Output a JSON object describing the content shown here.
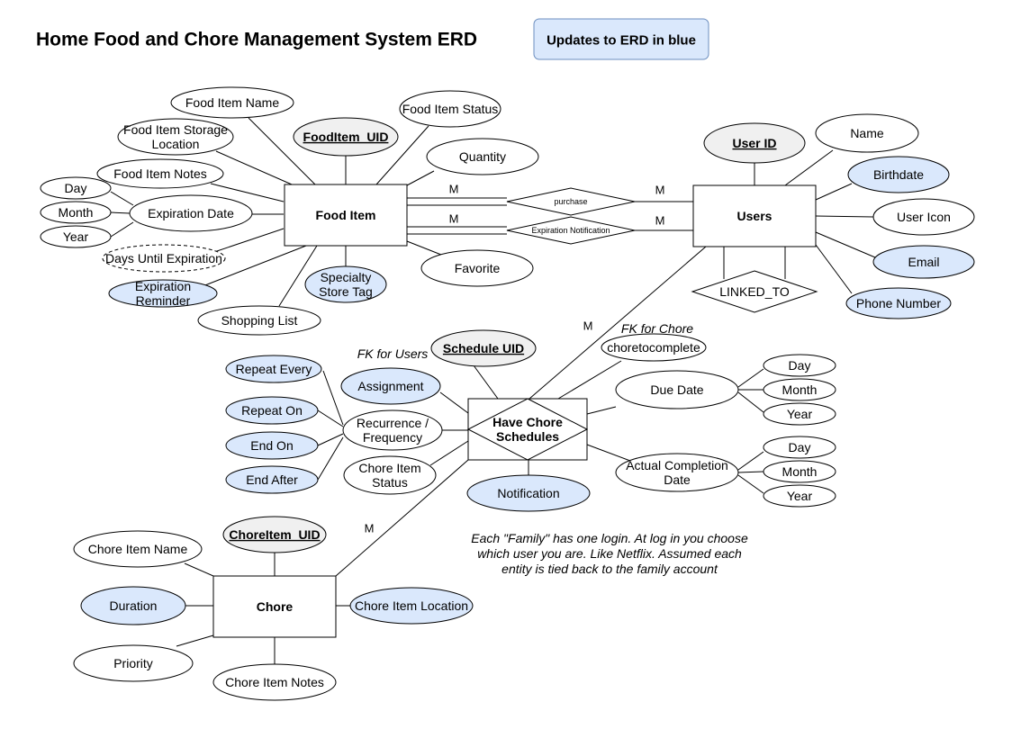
{
  "title": "Home Food and Chore Management System ERD",
  "legend": "Updates to ERD in blue",
  "colors": {
    "updated_fill": "#dae8fc",
    "updated_stroke": "#6c8ebf",
    "key_fill": "#f0f0f0",
    "key_stroke": "#888888",
    "default_fill": "#ffffff",
    "line": "#000000"
  },
  "entities": [
    {
      "id": "food_item",
      "label": "Food Item"
    },
    {
      "id": "users",
      "label": "Users"
    },
    {
      "id": "chore",
      "label": "Chore"
    }
  ],
  "relationships": [
    {
      "id": "purchase",
      "label": "purchase"
    },
    {
      "id": "expiration_notification",
      "label": "Expiration Notification"
    },
    {
      "id": "linked_to",
      "label": "LINKED_TO"
    },
    {
      "id": "have_chore_schedules",
      "label": [
        "Have Chore",
        "Schedules"
      ]
    }
  ],
  "attributes": [
    {
      "id": "food_item_name",
      "label": [
        "Food Item Name"
      ],
      "style": "normal"
    },
    {
      "id": "fooditem_uid",
      "label": [
        "FoodItem_UID"
      ],
      "style": "key"
    },
    {
      "id": "food_item_status",
      "label": [
        "Food Item Status"
      ],
      "style": "normal"
    },
    {
      "id": "food_item_storage_location",
      "label": [
        "Food Item Storage",
        "Location"
      ],
      "style": "normal"
    },
    {
      "id": "quantity",
      "label": [
        "Quantity"
      ],
      "style": "normal"
    },
    {
      "id": "food_item_notes",
      "label": [
        "Food Item Notes"
      ],
      "style": "normal"
    },
    {
      "id": "day_fi",
      "label": [
        "Day"
      ],
      "style": "normal"
    },
    {
      "id": "month_fi",
      "label": [
        "Month"
      ],
      "style": "normal"
    },
    {
      "id": "year_fi",
      "label": [
        "Year"
      ],
      "style": "normal"
    },
    {
      "id": "expiration_date",
      "label": [
        "Expiration Date"
      ],
      "style": "normal"
    },
    {
      "id": "days_until_expiration",
      "label": [
        "Days Until Expiration"
      ],
      "style": "derived"
    },
    {
      "id": "expiration_reminder",
      "label": [
        "Expiration",
        "Reminder"
      ],
      "style": "updated"
    },
    {
      "id": "specialty_store_tag",
      "label": [
        "Specialty",
        "Store Tag"
      ],
      "style": "updated"
    },
    {
      "id": "favorite",
      "label": [
        "Favorite"
      ],
      "style": "normal"
    },
    {
      "id": "shopping_list",
      "label": [
        "Shopping List"
      ],
      "style": "normal"
    },
    {
      "id": "user_id",
      "label": [
        "User ID"
      ],
      "style": "key"
    },
    {
      "id": "name",
      "label": [
        "Name"
      ],
      "style": "normal"
    },
    {
      "id": "birthdate",
      "label": [
        "Birthdate"
      ],
      "style": "updated"
    },
    {
      "id": "user_icon",
      "label": [
        "User Icon"
      ],
      "style": "normal"
    },
    {
      "id": "email",
      "label": [
        "Email"
      ],
      "style": "updated"
    },
    {
      "id": "phone_number",
      "label": [
        "Phone Number"
      ],
      "style": "updated"
    },
    {
      "id": "schedule_uid",
      "label": [
        "Schedule UID"
      ],
      "style": "key"
    },
    {
      "id": "choretocomplete",
      "label": [
        "choretocomplete"
      ],
      "style": "normal"
    },
    {
      "id": "assignment",
      "label": [
        "Assignment"
      ],
      "style": "updated"
    },
    {
      "id": "repeat_every",
      "label": [
        "Repeat Every"
      ],
      "style": "updated"
    },
    {
      "id": "repeat_on",
      "label": [
        "Repeat On"
      ],
      "style": "updated"
    },
    {
      "id": "end_on",
      "label": [
        "End On"
      ],
      "style": "updated"
    },
    {
      "id": "end_after",
      "label": [
        "End After"
      ],
      "style": "updated"
    },
    {
      "id": "recurrence_frequency",
      "label": [
        "Recurrence /",
        "Frequency"
      ],
      "style": "normal"
    },
    {
      "id": "chore_item_status",
      "label": [
        "Chore Item",
        "Status"
      ],
      "style": "normal"
    },
    {
      "id": "notification",
      "label": [
        "Notification"
      ],
      "style": "updated"
    },
    {
      "id": "due_date",
      "label": [
        "Due Date"
      ],
      "style": "normal"
    },
    {
      "id": "day_dd",
      "label": [
        "Day"
      ],
      "style": "normal"
    },
    {
      "id": "month_dd",
      "label": [
        "Month"
      ],
      "style": "normal"
    },
    {
      "id": "year_dd",
      "label": [
        "Year"
      ],
      "style": "normal"
    },
    {
      "id": "actual_completion_date",
      "label": [
        "Actual Completion",
        "Date"
      ],
      "style": "normal"
    },
    {
      "id": "day_acd",
      "label": [
        "Day"
      ],
      "style": "normal"
    },
    {
      "id": "month_acd",
      "label": [
        "Month"
      ],
      "style": "normal"
    },
    {
      "id": "year_acd",
      "label": [
        "Year"
      ],
      "style": "normal"
    },
    {
      "id": "choreitem_uid",
      "label": [
        "ChoreItem_UID"
      ],
      "style": "key"
    },
    {
      "id": "chore_item_name",
      "label": [
        "Chore Item Name"
      ],
      "style": "normal"
    },
    {
      "id": "duration",
      "label": [
        "Duration"
      ],
      "style": "updated"
    },
    {
      "id": "chore_item_location",
      "label": [
        "Chore Item Location"
      ],
      "style": "updated"
    },
    {
      "id": "priority",
      "label": [
        "Priority"
      ],
      "style": "normal"
    },
    {
      "id": "chore_item_notes",
      "label": [
        "Chore Item Notes"
      ],
      "style": "normal"
    }
  ],
  "cardinalities": [
    {
      "id": "m_purchase_fi",
      "label": "M"
    },
    {
      "id": "m_purchase_u",
      "label": "M"
    },
    {
      "id": "m_exp_fi",
      "label": "M"
    },
    {
      "id": "m_exp_u",
      "label": "M"
    },
    {
      "id": "m_sched_u",
      "label": "M"
    },
    {
      "id": "m_sched_c",
      "label": "M"
    }
  ],
  "notes": [
    {
      "id": "fk_users",
      "text": "FK for Users"
    },
    {
      "id": "fk_chore",
      "text": "FK for Chore"
    },
    {
      "id": "family_note",
      "text": [
        "Each \"Family\" has one login. At log in you choose",
        "which user you are. Like Netflix. Assumed each",
        "entity is tied back to the family account"
      ]
    }
  ]
}
